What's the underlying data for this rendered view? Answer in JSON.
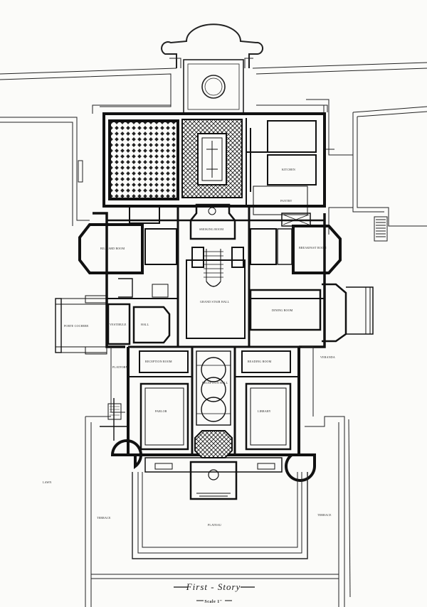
{
  "title": "First - Story",
  "scale_label": "Scale 1\"",
  "room_labels": {
    "billiard_room": "BILLIARD ROOM",
    "grand_stair_hall": "GRAND STAIR HALL",
    "vestibule": "VESTIBULE",
    "hall": "HALL",
    "reception_room": "RECEPTION ROOM",
    "reception_hall": "RECEPTION HALL",
    "reading_room": "READING ROOM",
    "parlor": "PARLOR",
    "library": "LIBRARY",
    "dining_room": "DINING ROOM",
    "breakfast_room": "BREAKFAST ROOM",
    "smoking_room": "SMOKING ROOM",
    "pantry": "PANTRY",
    "porte_cochere": "PORTE COCHERE",
    "terrace_left": "TERRACE",
    "terrace_right": "TERRACE",
    "platform": "PLATFORM",
    "plateau": "PLATEAU",
    "lawn": "LAWN",
    "kitchen": "KITCHEN",
    "veranda": "VERANDA"
  }
}
